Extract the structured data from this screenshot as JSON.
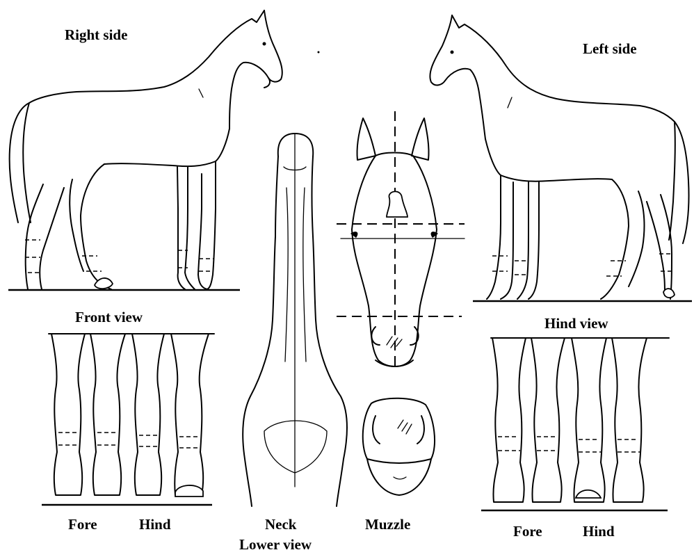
{
  "labels": {
    "right_side": "Right side",
    "left_side": "Left side",
    "front_view": "Front view",
    "hind_view": "Hind view",
    "front_fore": "Fore",
    "front_hind": "Hind",
    "hind_fore": "Fore",
    "hind_hind": "Hind",
    "neck": "Neck",
    "lower_view": "Lower view",
    "muzzle": "Muzzle"
  }
}
